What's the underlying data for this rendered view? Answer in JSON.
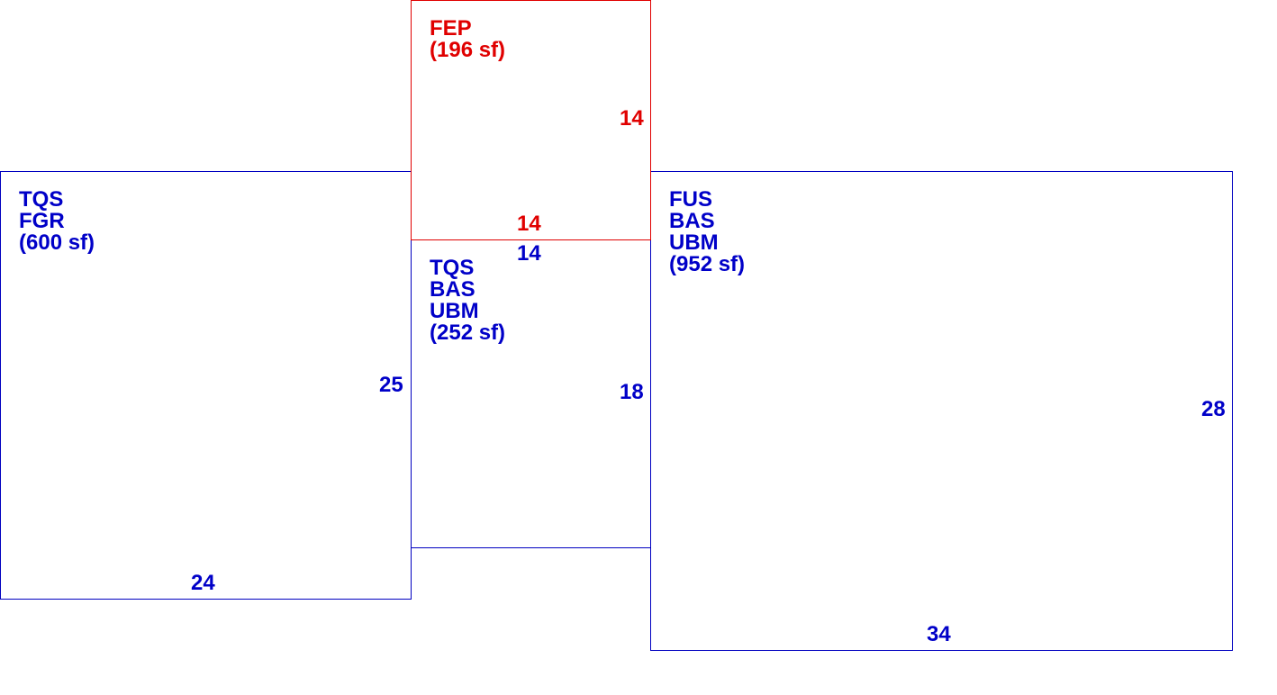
{
  "colors": {
    "main": "#0000c8",
    "accent": "#e00000"
  },
  "rooms": {
    "left": {
      "code1": "TQS",
      "code2": "FGR",
      "area": "(600 sf)",
      "dim_right": "25",
      "dim_bottom": "24"
    },
    "top": {
      "code1": "FEP",
      "area": "(196 sf)",
      "dim_right": "14",
      "dim_bottom": "14"
    },
    "center": {
      "code1": "TQS",
      "code2": "BAS",
      "code3": "UBM",
      "area": "(252 sf)",
      "dim_top": "14",
      "dim_right": "18"
    },
    "right": {
      "code1": "FUS",
      "code2": "BAS",
      "code3": "UBM",
      "area": "(952 sf)",
      "dim_right": "28",
      "dim_bottom": "34"
    }
  }
}
